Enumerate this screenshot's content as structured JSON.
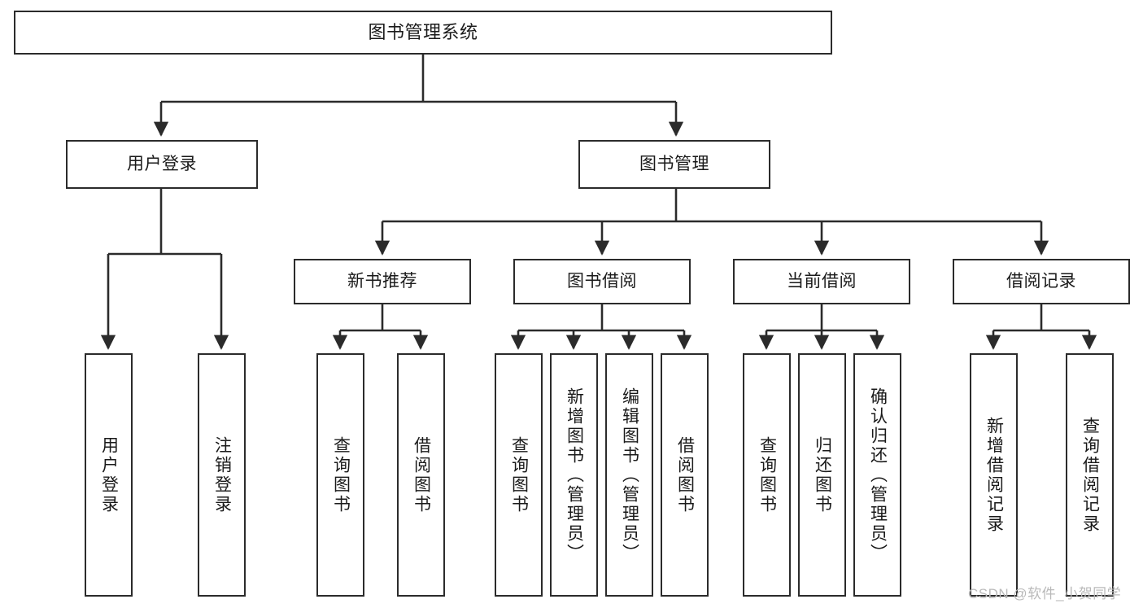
{
  "diagram": {
    "title": "图书管理系统",
    "type": "tree-hierarchy-chart",
    "orientation": "top-down",
    "colors": {
      "box_border": "#2b2b2b",
      "box_fill": "#ffffff",
      "edge": "#2b2b2b",
      "text": "#1a1a1a",
      "watermark": "#b9b9b9"
    },
    "root": {
      "label": "图书管理系统"
    },
    "level2": [
      {
        "label": "用户登录"
      },
      {
        "label": "图书管理"
      }
    ],
    "level3": [
      {
        "label": "新书推荐"
      },
      {
        "label": "图书借阅"
      },
      {
        "label": "当前借阅"
      },
      {
        "label": "借阅记录"
      }
    ],
    "leaves": {
      "user_login": [
        {
          "label": "用户登录"
        },
        {
          "label": "注销登录"
        }
      ],
      "new_book_recommend": [
        {
          "label": "查询图书"
        },
        {
          "label": "借阅图书"
        }
      ],
      "book_borrow": [
        {
          "label": "查询图书"
        },
        {
          "label": "新增图书（管理员）"
        },
        {
          "label": "编辑图书（管理员）"
        },
        {
          "label": "借阅图书"
        }
      ],
      "current_borrow": [
        {
          "label": "查询图书"
        },
        {
          "label": "归还图书"
        },
        {
          "label": "确认归还（管理员）"
        }
      ],
      "borrow_record": [
        {
          "label": "新增借阅记录"
        },
        {
          "label": "查询借阅记录"
        }
      ]
    },
    "watermark": "CSDN @软件_小贺同学"
  }
}
